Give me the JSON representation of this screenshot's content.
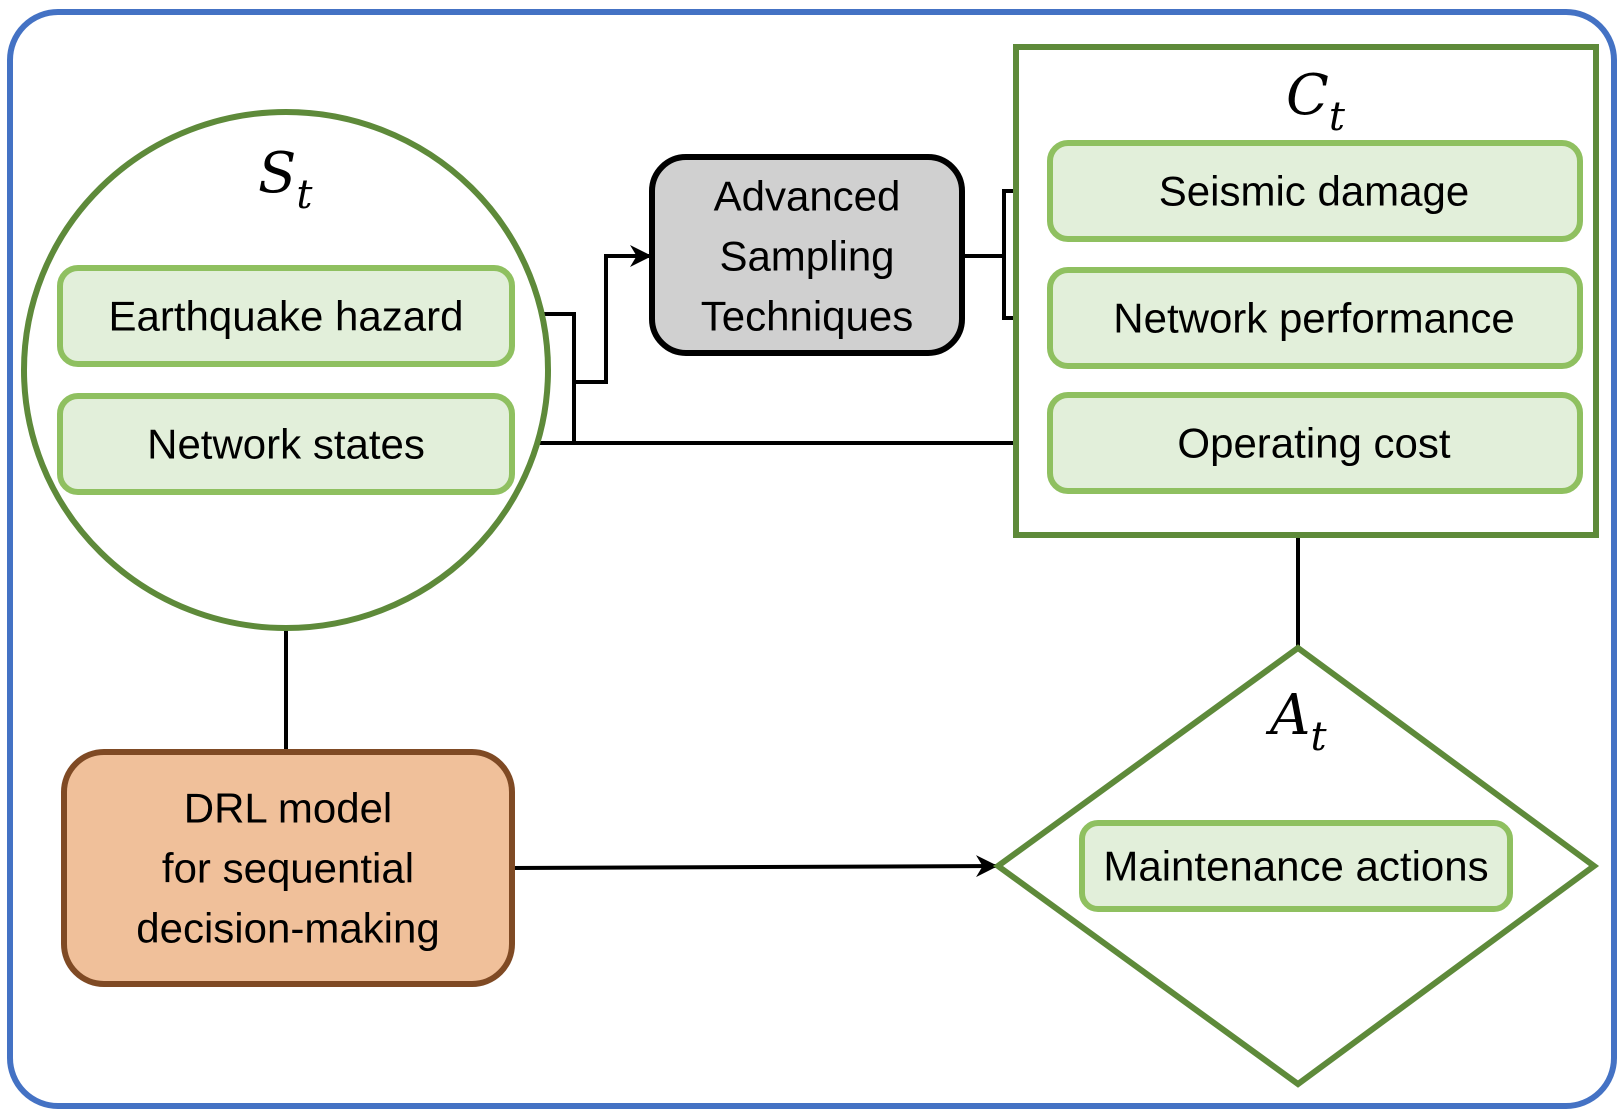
{
  "colors": {
    "frame": "#4472c4",
    "green_border": "#5e8a3a",
    "green_fill": "#e2efda",
    "green_box_border": "#8fc060",
    "gray_fill": "#d0d0d0",
    "orange_fill": "#f0c09a",
    "brown_border": "#7f4a24",
    "connector": "#000000"
  },
  "state": {
    "symbol": "S",
    "subscript": "t",
    "items": [
      "Earthquake hazard",
      "Network states"
    ]
  },
  "cost": {
    "symbol": "C",
    "subscript": "t",
    "items": [
      "Seismic damage",
      "Network performance",
      "Operating cost"
    ]
  },
  "action": {
    "symbol": "A",
    "subscript": "t",
    "item": "Maintenance actions"
  },
  "sampling": {
    "lines": [
      "Advanced",
      "Sampling",
      "Techniques"
    ]
  },
  "drl": {
    "lines": [
      "DRL model",
      "for sequential",
      "decision-making"
    ]
  }
}
